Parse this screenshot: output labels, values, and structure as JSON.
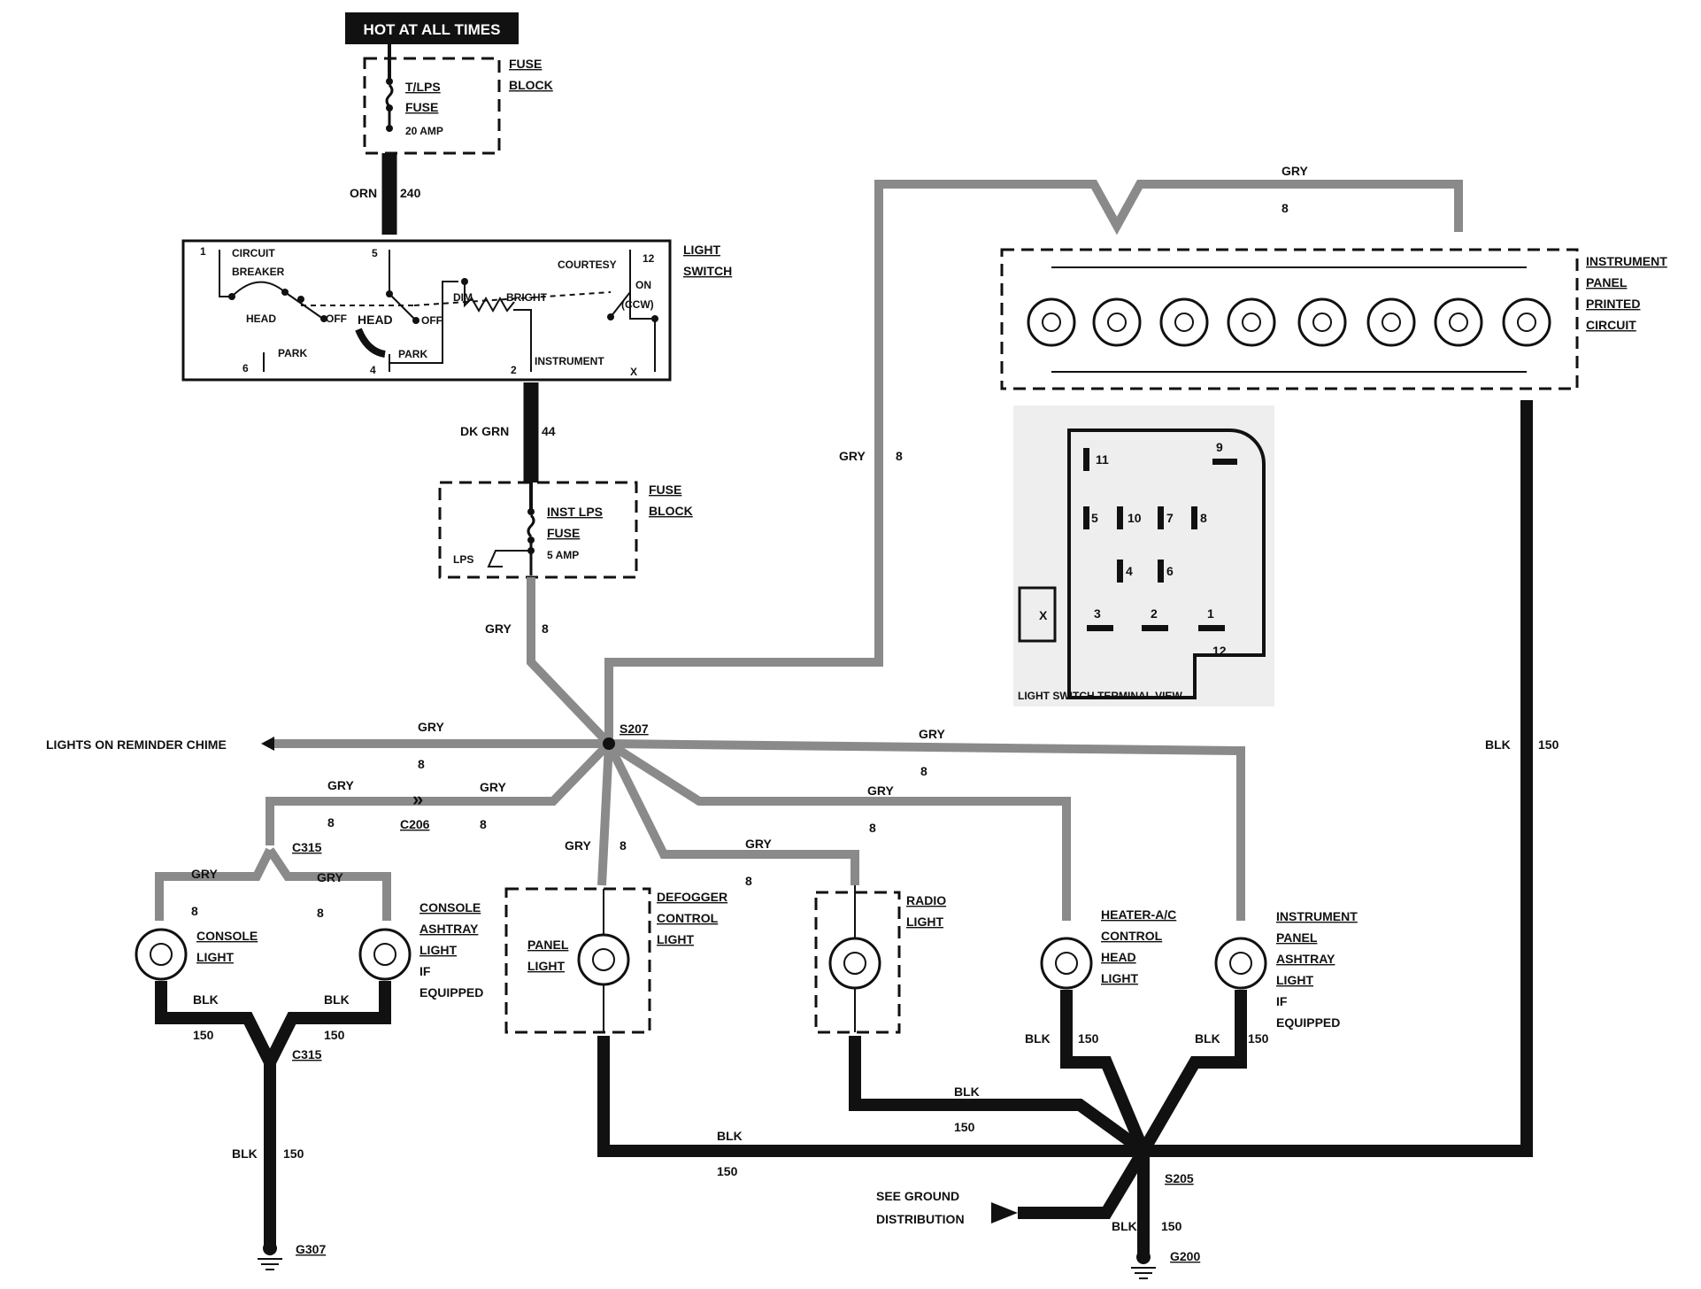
{
  "hot_label": "HOT AT ALL TIMES",
  "fuse1": {
    "name1": "T/LPS",
    "name2": "FUSE",
    "rating": "20 AMP",
    "block1": "FUSE",
    "block2": "BLOCK"
  },
  "wire_orn": {
    "color": "ORN",
    "num": "240"
  },
  "light_switch": {
    "title1": "LIGHT",
    "title2": "SWITCH",
    "circuit": "CIRCUIT",
    "breaker": "BREAKER",
    "head": "HEAD",
    "off": "OFF",
    "park": "PARK",
    "dim": "DIM",
    "bright": "BRIGHT",
    "courtesy": "COURTESY",
    "on": "ON",
    "ccw": "(CCW)",
    "instrument": "INSTRUMENT",
    "t1": "1",
    "t5": "5",
    "t12": "12",
    "t6": "6",
    "t4": "4",
    "t2": "2",
    "tx": "X"
  },
  "wire_dkgrn": {
    "color": "DK GRN",
    "num": "44"
  },
  "fuse2": {
    "name1": "INST LPS",
    "name2": "FUSE",
    "rating": "5 AMP",
    "lps": "LPS",
    "block1": "FUSE",
    "block2": "BLOCK"
  },
  "gry": "GRY",
  "blk": "BLK",
  "n8": "8",
  "n150": "150",
  "splice_s207": "S207",
  "splice_s205": "S205",
  "chime": "LIGHTS ON REMINDER CHIME",
  "c206": "C206",
  "c315a": "C315",
  "c315b": "C315",
  "console_light": {
    "l1": "CONSOLE",
    "l2": "LIGHT"
  },
  "console_ashtray": {
    "l1": "CONSOLE",
    "l2": "ASHTRAY",
    "l3": "LIGHT",
    "l4": "IF",
    "l5": "EQUIPPED"
  },
  "panel_light": {
    "l1": "PANEL",
    "l2": "LIGHT"
  },
  "defogger": {
    "l1": "DEFOGGER",
    "l2": "CONTROL",
    "l3": "LIGHT"
  },
  "radio": {
    "l1": "RADIO",
    "l2": "LIGHT"
  },
  "heater": {
    "l1": "HEATER-A/C",
    "l2": "CONTROL",
    "l3": "HEAD",
    "l4": "LIGHT"
  },
  "ip_ashtray": {
    "l1": "INSTRUMENT",
    "l2": "PANEL",
    "l3": "ASHTRAY",
    "l4": "LIGHT",
    "l5": "IF",
    "l6": "EQUIPPED"
  },
  "ipc": {
    "l1": "INSTRUMENT",
    "l2": "PANEL",
    "l3": "PRINTED",
    "l4": "CIRCUIT"
  },
  "terminal_view": {
    "caption": "LIGHT SWITCH TERMINAL VIEW",
    "t11": "11",
    "t9": "9",
    "t5": "5",
    "t10": "10",
    "t7": "7",
    "t8": "8",
    "t4": "4",
    "t6": "6",
    "t3": "3",
    "t2": "2",
    "t1": "1",
    "t12": "12",
    "tx": "X"
  },
  "ground": {
    "l1": "SEE GROUND",
    "l2": "DISTRIBUTION",
    "g307": "G307",
    "g200": "G200"
  }
}
